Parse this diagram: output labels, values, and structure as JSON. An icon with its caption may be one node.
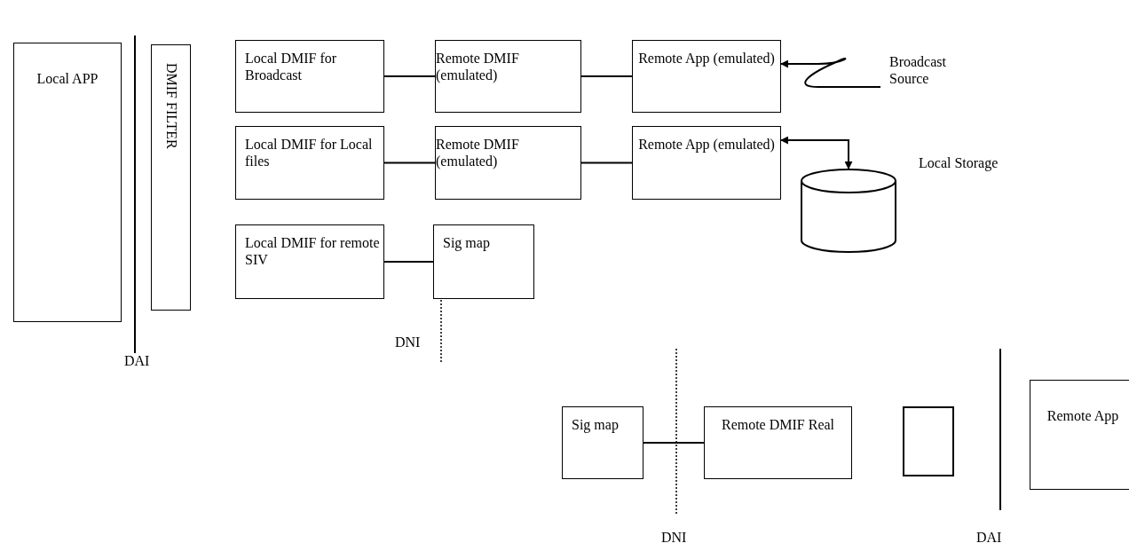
{
  "diagram": {
    "nodes": [
      {
        "text": [
          "Local APP"
        ]
      },
      {
        "text": [
          "DMIF FILTER"
        ]
      },
      {
        "text": [
          "Local DMIF for Broadcast"
        ]
      },
      {
        "text": [
          "Remote DMIF (emulated)"
        ]
      },
      {
        "text": [
          "Remote App (emulated)"
        ]
      },
      {
        "text": [
          "Broadcast Source"
        ]
      },
      {
        "text": [
          "Local DMIF for Local files"
        ]
      },
      {
        "text": [
          "Remote DMIF (emulated)"
        ]
      },
      {
        "text": [
          "Remote App (emulated)"
        ]
      },
      {
        "text": [],
        "shape": "cylinder",
        "beside": [
          "Local Storage"
        ]
      },
      {
        "text": [
          "Local DMIF for remote SIV"
        ]
      },
      {
        "text": [
          "Sig map"
        ]
      },
      {
        "text": [
          "Sig map"
        ]
      },
      {
        "text": [
          "Remote DMIF Real"
        ]
      },
      {
        "text": [],
        "shape": "box"
      },
      {
        "text": [
          "Remote App"
        ]
      }
    ],
    "edges": [
      {
        "from": 2,
        "to": 3,
        "arrow": "none"
      },
      {
        "from": 3,
        "to": 4,
        "arrow": "none"
      },
      {
        "from": 5,
        "to": 4,
        "arrow": "to"
      },
      {
        "from": 6,
        "to": 7,
        "arrow": "none"
      },
      {
        "from": 7,
        "to": 8,
        "arrow": "none"
      },
      {
        "from": 8,
        "to": 9,
        "arrow": "both"
      },
      {
        "from": 10,
        "to": 11,
        "arrow": "none"
      },
      {
        "from": 12,
        "to": 13,
        "arrow": "none"
      }
    ],
    "labels": [
      "DAI",
      "DNI",
      "DNI",
      "DAI"
    ]
  }
}
